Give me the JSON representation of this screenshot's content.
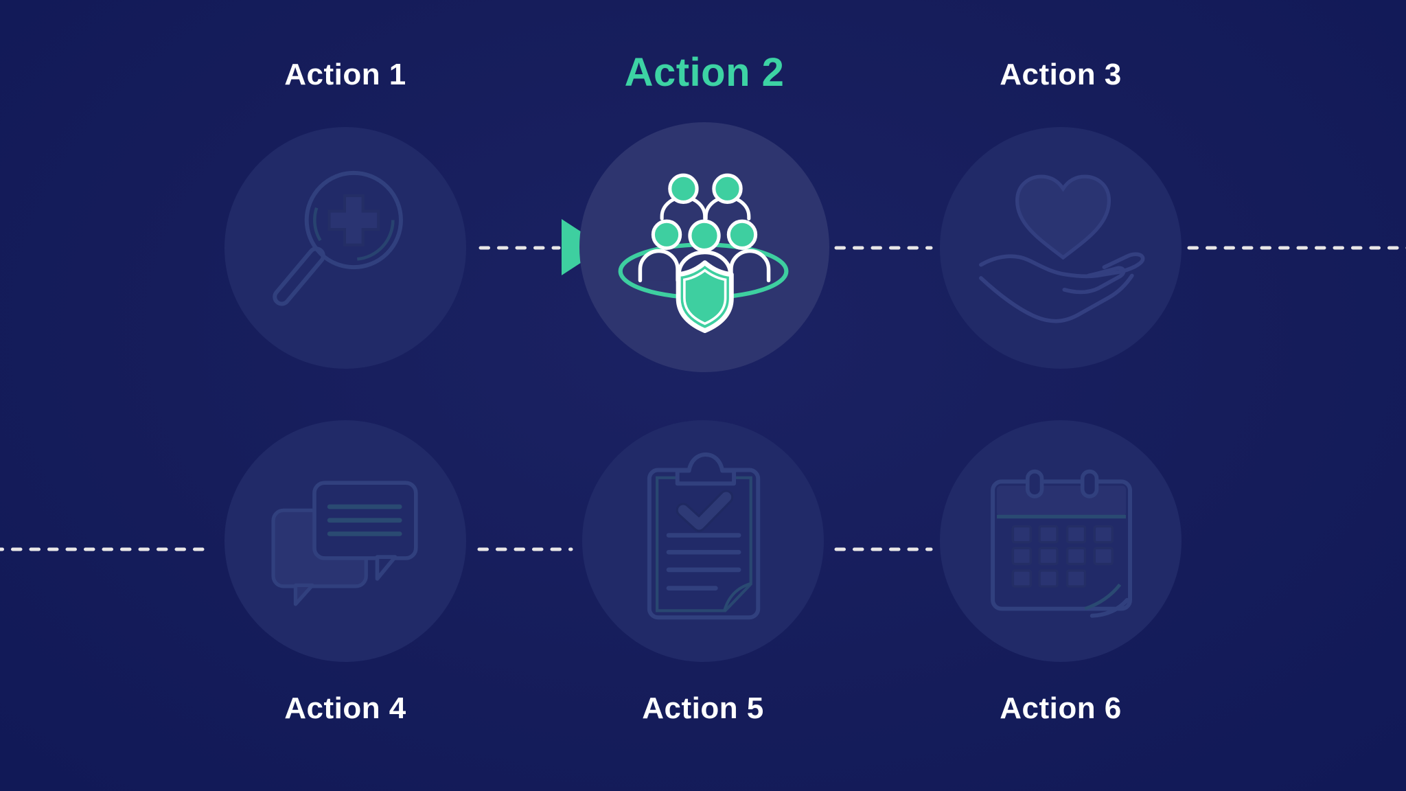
{
  "diagram": {
    "kind": "process-flow",
    "current_step": "Action 2",
    "nodes": [
      {
        "label": "Action 1",
        "icon": "magnifier-medical-cross",
        "state": "dimmed",
        "row": 1
      },
      {
        "label": "Action 2",
        "icon": "team-shield",
        "state": "active",
        "row": 1
      },
      {
        "label": "Action 3",
        "icon": "heart-in-hand",
        "state": "dimmed",
        "row": 1
      },
      {
        "label": "Action 4",
        "icon": "chat-bubbles",
        "state": "dimmed",
        "row": 2
      },
      {
        "label": "Action 5",
        "icon": "clipboard-check",
        "state": "dimmed",
        "row": 2
      },
      {
        "label": "Action 6",
        "icon": "calendar",
        "state": "dimmed",
        "row": 2
      }
    ],
    "connectors": {
      "style": "dashed",
      "dash_color": "#f5f2ef",
      "arrow": {
        "shape": "play-triangle",
        "color": "#3ecfa0",
        "points_to": "Action 2"
      }
    },
    "colors": {
      "background": "#161d5b",
      "circle_dimmed": "#212a68",
      "circle_active": "#2e356f",
      "accent_green": "#3ecfa0",
      "active_title": "#3dd3a4",
      "title_default": "#ffffff"
    }
  }
}
